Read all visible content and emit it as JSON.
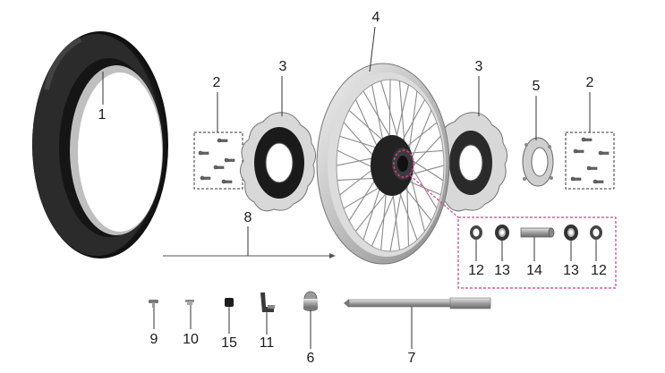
{
  "diagram": {
    "accent_color": "#d63a8c",
    "line_color": "#333333",
    "callouts": [
      "1",
      "2",
      "2",
      "3",
      "3",
      "4",
      "5",
      "6",
      "7",
      "8",
      "9",
      "10",
      "11",
      "12",
      "12",
      "13",
      "13",
      "14",
      "15"
    ],
    "parts": [
      {
        "number": "1",
        "icon": "tire-icon"
      },
      {
        "number": "2",
        "icon": "bolt-set-icon"
      },
      {
        "number": "3",
        "icon": "brake-disc-icon"
      },
      {
        "number": "4",
        "icon": "spoked-rim-icon"
      },
      {
        "number": "5",
        "icon": "sensor-ring-icon"
      },
      {
        "number": "6",
        "icon": "spacer-collar-icon"
      },
      {
        "number": "7",
        "icon": "axle-icon"
      },
      {
        "number": "8",
        "icon": "assembly-arrow-icon"
      },
      {
        "number": "9",
        "icon": "pin-icon"
      },
      {
        "number": "10",
        "icon": "pin-icon"
      },
      {
        "number": "11",
        "icon": "valve-icon"
      },
      {
        "number": "12",
        "icon": "oil-seal-icon"
      },
      {
        "number": "13",
        "icon": "bearing-icon"
      },
      {
        "number": "14",
        "icon": "bearing-spacer-icon"
      },
      {
        "number": "15",
        "icon": "nut-icon"
      }
    ]
  }
}
